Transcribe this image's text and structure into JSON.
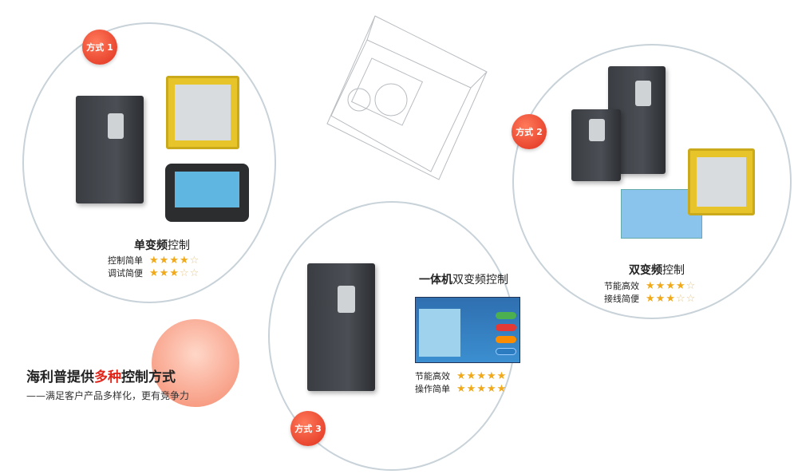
{
  "methods": [
    {
      "badge": "方式 1",
      "title_bold": "单变频",
      "title_rest": "控制",
      "ratings": [
        {
          "label": "控制简单",
          "stars": 4
        },
        {
          "label": "调试简便",
          "stars": 3
        }
      ]
    },
    {
      "badge": "方式 2",
      "title_bold": "双变频",
      "title_rest": "控制",
      "ratings": [
        {
          "label": "节能高效",
          "stars": 4
        },
        {
          "label": "接线简便",
          "stars": 3
        }
      ]
    },
    {
      "badge": "方式 3",
      "title_bold": "一体机",
      "title_rest": "双变频控制",
      "ratings": [
        {
          "label": "节能高效",
          "stars": 5
        },
        {
          "label": "操作简单",
          "stars": 5
        }
      ]
    }
  ],
  "headline": {
    "part1": "海利普提供",
    "highlight": "多种",
    "part2": "控制方式"
  },
  "subline": "——满足客户产品多样化，更有竞争力",
  "colors": {
    "accent": "#e1261c",
    "star": "#f0a91a",
    "ring": "#c8d2d9"
  }
}
